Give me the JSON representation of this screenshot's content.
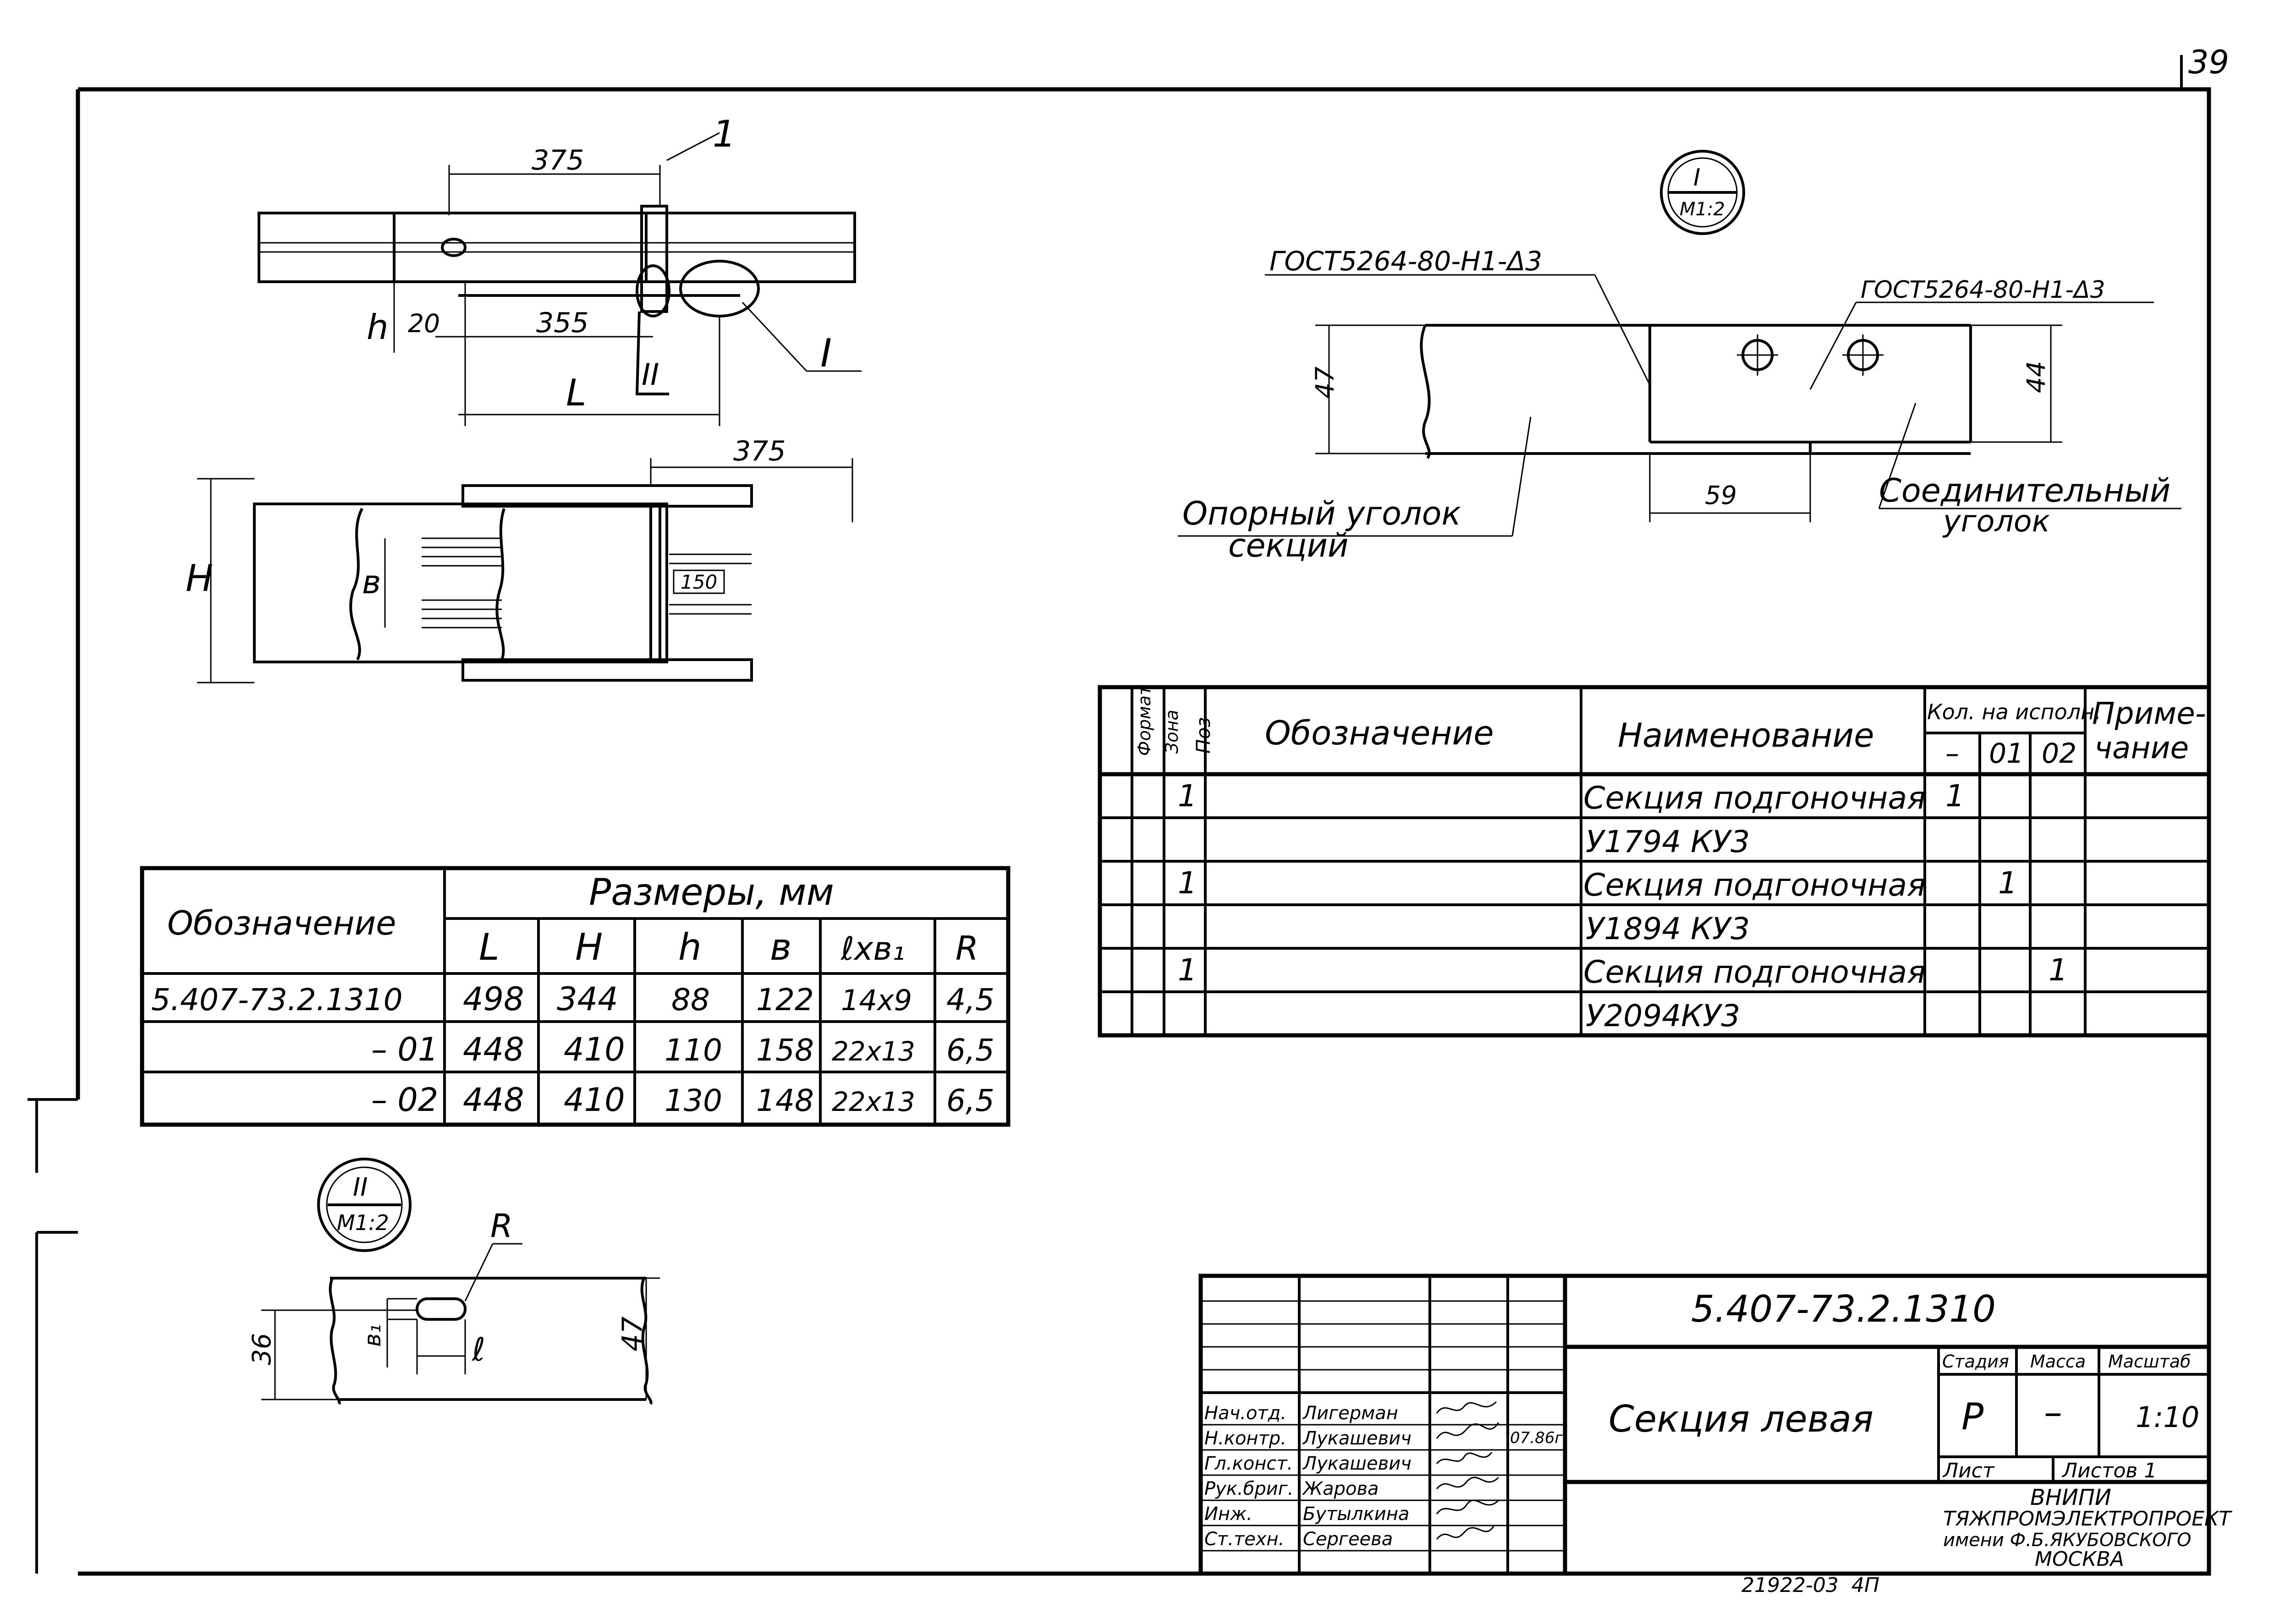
{
  "sheet_number": "39",
  "view_marks": {
    "detail_I": {
      "num": "I",
      "scale": "М1:2"
    },
    "detail_II": {
      "num": "II",
      "scale": "М1:2"
    }
  },
  "top_view": {
    "dim_375": "375",
    "dim_355": "355",
    "dim_20": "20",
    "dim_h": "h",
    "dim_L": "L",
    "callout_1": "1",
    "callout_I": "I",
    "callout_II": "II"
  },
  "front_view": {
    "dim_375": "375",
    "dim_150": "150",
    "dim_H": "H",
    "dim_b": "в"
  },
  "detail_I": {
    "weld_left": "ГОСТ5264-80-Н1-Δ3",
    "weld_right": "ГОСТ5264-80-Н1-Δ3",
    "dim_47": "47",
    "dim_44": "44",
    "dim_59": "59",
    "label_support_line1": "Опорный уголок",
    "label_support_line2": "секций",
    "label_connect_line1": "Соединительный",
    "label_connect_line2": "уголок"
  },
  "detail_II": {
    "dim_R": "R",
    "dim_36": "36",
    "dim_47": "47",
    "dim_b1": "в₁",
    "dim_l": "ℓ"
  },
  "dims_table": {
    "header_designation": "Обозначение",
    "header_sizes": "Размеры, мм",
    "columns": [
      "L",
      "H",
      "h",
      "в",
      "ℓxв₁",
      "R"
    ],
    "rows": [
      {
        "designation": "5.407-73.2.1310",
        "values": [
          "498",
          "344",
          "88",
          "122",
          "14x9",
          "4,5"
        ]
      },
      {
        "designation": "– 01",
        "values": [
          "448",
          "410",
          "110",
          "158",
          "22x13",
          "6,5"
        ]
      },
      {
        "designation": "– 02",
        "values": [
          "448",
          "410",
          "130",
          "148",
          "22x13",
          "6,5"
        ]
      }
    ]
  },
  "spec_table": {
    "h_format": "Формат",
    "h_zone": "Зона",
    "h_pos": "Поз",
    "h_designation": "Обозначение",
    "h_name": "Наименование",
    "h_qty": "Кол. на исполн.",
    "h_qty_cols": [
      "–",
      "01",
      "02"
    ],
    "h_note_line1": "Приме-",
    "h_note_line2": "чание",
    "rows": [
      {
        "pos": "1",
        "name": "Секция подгоночная",
        "code": "У1794 КУ3",
        "qty": [
          "1",
          "",
          ""
        ]
      },
      {
        "pos": "1",
        "name": "Секция подгоночная",
        "code": "У1894 КУ3",
        "qty": [
          "",
          "1",
          ""
        ]
      },
      {
        "pos": "1",
        "name": "Секция подгоночная",
        "code": "У2094КУ3",
        "qty": [
          "",
          "",
          "1"
        ]
      }
    ]
  },
  "title_block": {
    "doc_code": "5.407-73.2.1310",
    "title": "Секция левая",
    "stage_label": "Стадия",
    "mass_label": "Масса",
    "scale_label": "Масштаб",
    "stage_value": "Р",
    "mass_value": "–",
    "scale_value": "1:10",
    "sheet_label": "Лист",
    "sheets_label": "Листов 1",
    "org_line1": "ВНИПИ",
    "org_line2": "ТЯЖПРОМЭЛЕКТРОПРОЕКТ",
    "org_line3": "имени Ф.Б.ЯКУБОВСКОГО",
    "org_line4": "МОСКВА",
    "date": "07.86г",
    "signatures": [
      {
        "role": "Нач.отд.",
        "name": "Лигерман"
      },
      {
        "role": "Н.контр.",
        "name": "Лукашевич"
      },
      {
        "role": "Гл.конст.",
        "name": "Лукашевич"
      },
      {
        "role": "Рук.бриг.",
        "name": "Жарова"
      },
      {
        "role": "Инж.",
        "name": "Бутылкина"
      },
      {
        "role": "Ст.техн.",
        "name": "Сергеева"
      }
    ]
  },
  "bottom_number": "21922-03",
  "bottom_suffix": "4П"
}
